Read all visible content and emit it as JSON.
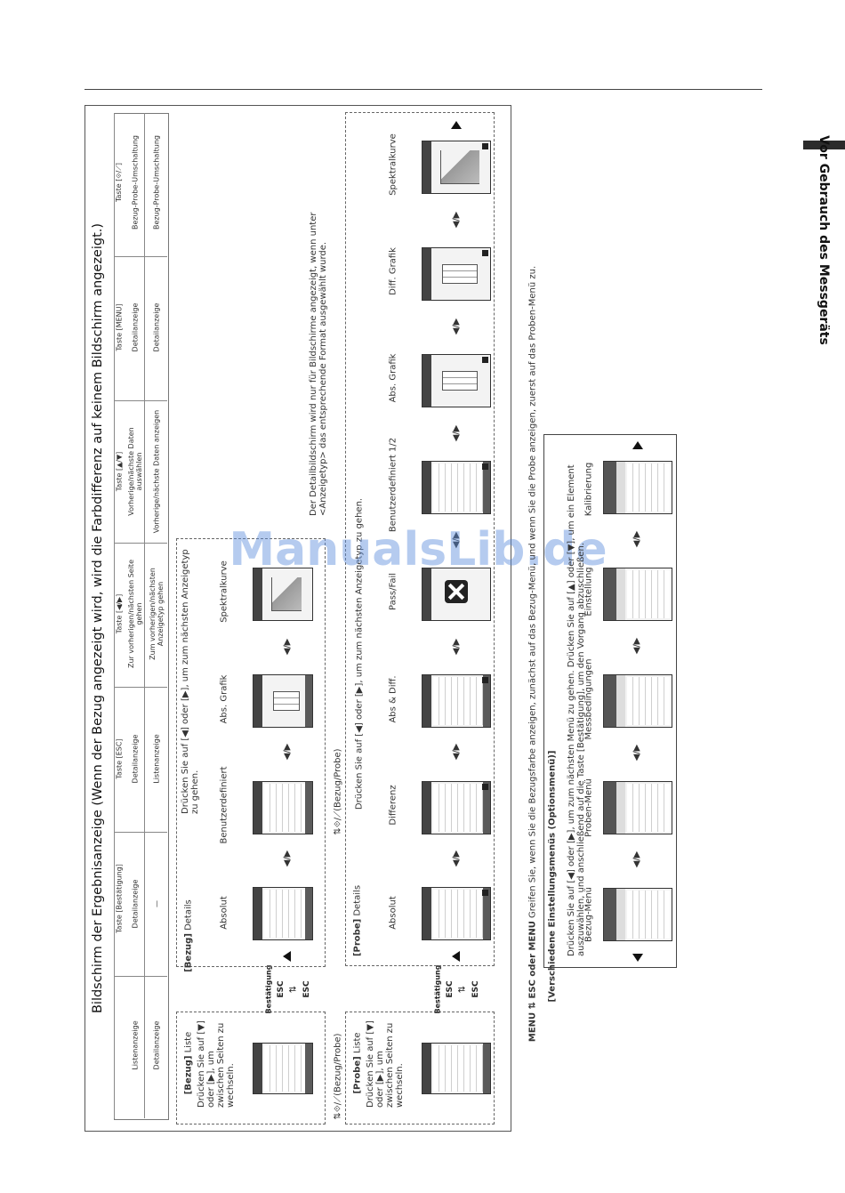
{
  "section_tab": "Vor Gebrauch des Messgeräts",
  "watermark": "ManualsLib.de",
  "title": "Bildschirm der Ergebnisanzeige (Wenn der Bezug angezeigt wird, wird die Farbdifferenz auf keinem Bildschirm angezeigt.)",
  "table": {
    "headers": [
      "",
      "Taste [Bestätigung]",
      "Taste [ESC]",
      "Taste [◀/▶]",
      "Taste [▲/▼]",
      "Taste [MENU]",
      "Taste [⟐/⟋]"
    ],
    "rows": [
      [
        "Listenanzeige",
        "Detailanzeige",
        "Detailanzeige",
        "Zur vorherigen/nächsten Seite gehen",
        "Vorherige/nächste Daten auswählen",
        "Detailanzeige",
        "Bezug-Probe-Umschaltung"
      ],
      [
        "Detailanzeige",
        "—",
        "Listenanzeige",
        "Zum vorherigen/nächsten Anzeigetyp gehen",
        "Vorherige/nächste Daten anzeigen",
        "Detailanzeige",
        "Bezug-Probe-Umschaltung"
      ]
    ]
  },
  "bezug_list": {
    "title_bold": "[Bezug]",
    "title_rest": " Liste",
    "text": "Drücken Sie auf [▼] oder [▶], um zwischen Seiten zu wechseln."
  },
  "probe_list": {
    "title_bold": "[Probe]",
    "title_rest": " Liste",
    "text": "Drücken Sie auf [▼] oder [▶], um zwischen Seiten zu wechseln."
  },
  "switch_label": "⇅⟐/⟋(Bezug/Probe)",
  "switch_label2": "⇅⟐/⟋(Bezug/Probe)",
  "keys": {
    "confirm": "Bestätigung",
    "esc": "ESC",
    "swap": "⇅"
  },
  "bezug_details": {
    "title_bold": "[Bezug]",
    "title_rest": " Details",
    "instruction": "Drücken Sie auf [◀] oder [▶], um zum nächsten Anzeigetyp zu gehen.",
    "screens": [
      "Absolut",
      "Benutzerdefiniert",
      "Abs. Grafik",
      "Spektralkurve"
    ]
  },
  "probe_details": {
    "title_bold": "[Probe]",
    "title_rest": " Details",
    "instruction": "Drücken Sie auf [◀] oder [▶], um zum nächsten Anzeigetyp zu gehen.",
    "screens": [
      "Absolut",
      "Differenz",
      "Abs & Diff.",
      "Pass/Fail",
      "Benutzerdefiniert 1/2",
      "Abs. Grafik",
      "Diff. Grafik",
      "Spektralkurve"
    ]
  },
  "nav_arrows": "◀/▶",
  "detail_note": "Der Detailbildschirm wird nur für Bildschirme angezeigt, wenn unter <Anzeigetyp> das entsprechende Format ausgewählt wurde.",
  "menu_line": {
    "bold": "MENU ⇅ ESC oder MENU",
    "rest": " Greifen Sie, wenn Sie die Bezugsfarbe anzeigen, zunächst auf das Bezug-Menü, und wenn Sie die Probe anzeigen, zuerst auf das Proben-Menü zu."
  },
  "options": {
    "title": "[Verschiedene Einstellungsmenüs (Optionsmenü)]",
    "text": "Drücken Sie auf [◀] oder [▶], um zum nächsten Menü zu gehen. Drücken Sie auf [▲] oder [▼], um ein Element auszuwählen, und anschließend auf die Taste [Bestätigung], um den Vorgang abzuschließen.",
    "menus": [
      "Bezug-Menü",
      "Proben-Menü",
      "Messbedingungen",
      "Einstellung",
      "Kalibrierung"
    ]
  }
}
